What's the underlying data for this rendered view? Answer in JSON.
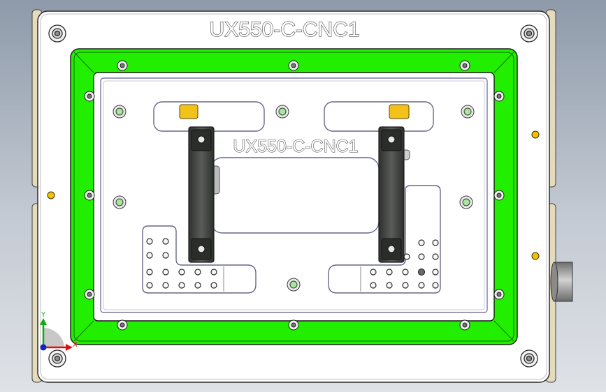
{
  "part": {
    "top_engraving": "UX550-C-CNC1",
    "inner_engraving": "UX550-C-CNC1"
  },
  "triad": {
    "y_label": "Y",
    "x_label": "X"
  },
  "colors": {
    "gasket_green": "#22ee00",
    "plate_white": "#ffffff",
    "clamp_dark": "#454745",
    "pad_yellow": "#f3c21a",
    "dowel_pin": "#f2c200",
    "side_flange": "#e4dbbc",
    "background_top": "#8e9aaa",
    "background_bottom": "#dfe2e7"
  }
}
